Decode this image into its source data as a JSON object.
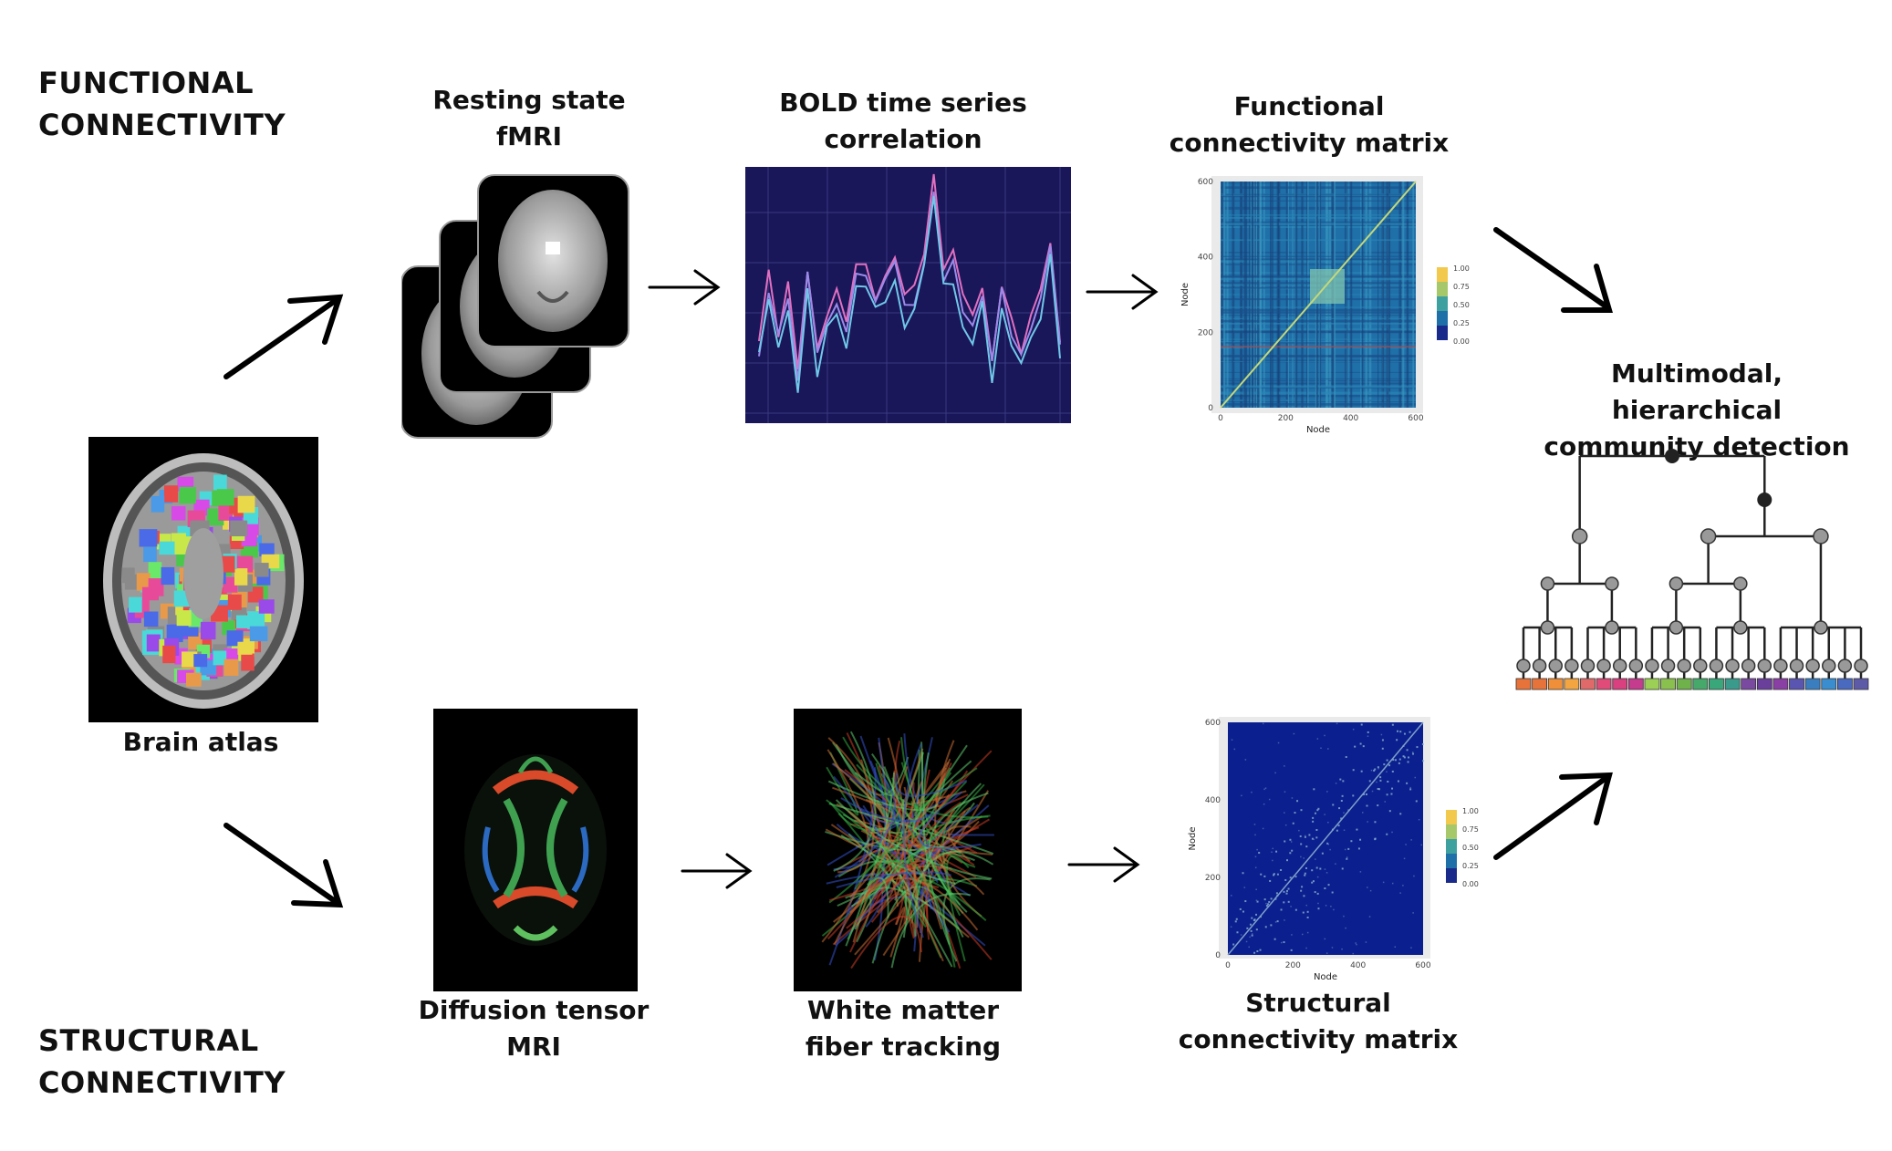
{
  "sections": {
    "functional": [
      "FUNCTIONAL",
      "CONNECTIVITY"
    ],
    "structural": [
      "STRUCTURAL",
      "CONNECTIVITY"
    ]
  },
  "labels": {
    "resting_fmri": [
      "Resting state",
      "fMRI"
    ],
    "bold": [
      "BOLD time series",
      "correlation"
    ],
    "func_matrix": [
      "Functional",
      "connectivity matrix"
    ],
    "multimodal": [
      "Multimodal, hierarchical",
      "community detection"
    ],
    "brain_atlas": "Brain atlas",
    "dti": [
      "Diffusion tensor",
      "MRI"
    ],
    "fiber": [
      "White matter",
      "fiber tracking"
    ],
    "struct_matrix": [
      "Structural",
      "connectivity matrix"
    ]
  },
  "matrix_axes": {
    "axis_title": "Node",
    "ticks": [
      "0",
      "200",
      "400",
      "600"
    ],
    "legend_ticks": [
      "1.00",
      "0.75",
      "0.50",
      "0.25",
      "0.00"
    ]
  },
  "leaf_colors": [
    "#e8733a",
    "#e8733a",
    "#ef8f3a",
    "#f2a541",
    "#e06a6a",
    "#e04b7a",
    "#d9407f",
    "#c53b8d",
    "#9bcf55",
    "#8ac04d",
    "#6fb14a",
    "#46a86a",
    "#39a77a",
    "#3a9a8c",
    "#7a4aa0",
    "#6a3f9c",
    "#8a3fa4",
    "#5a55b0",
    "#3a7ec0",
    "#3a8ed0",
    "#4a6ac0",
    "#5d5aa8"
  ]
}
